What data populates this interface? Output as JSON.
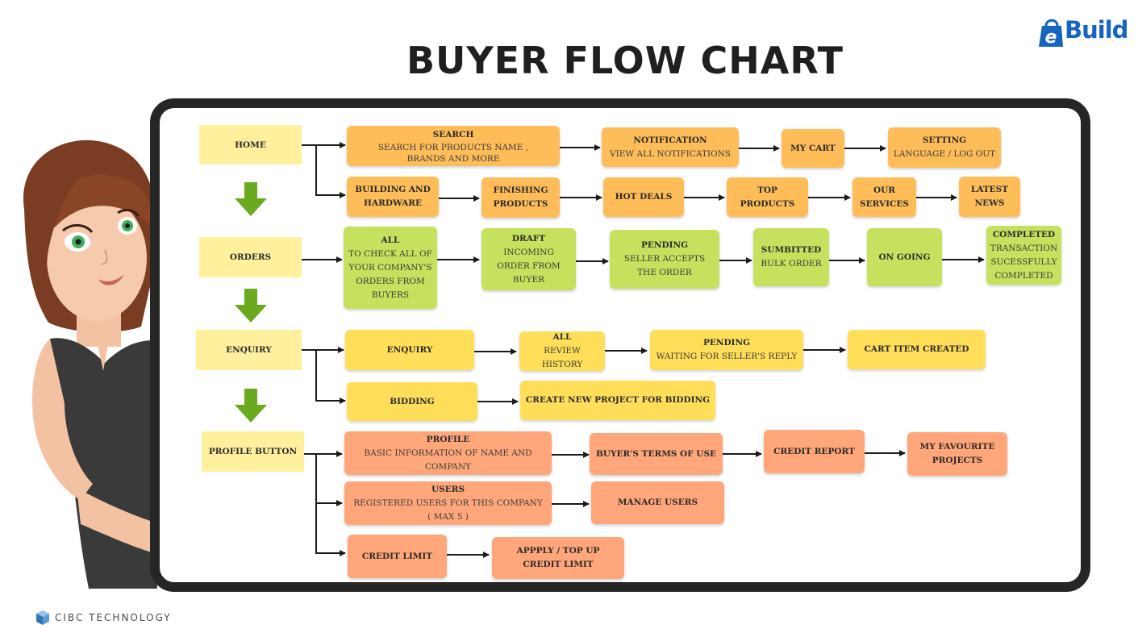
{
  "title": "BUYER FLOW CHART",
  "logo": {
    "text": "Build"
  },
  "footer": {
    "company": "CIBC TECHNOLOGY"
  },
  "colors": {
    "home_row": "#ffbd59",
    "orders_row": "#c5e15e",
    "enquiry_row": "#ffde59",
    "profile_row": "#ffa77a",
    "category": "#fff09e",
    "down_arrow": "#6aaa1e"
  },
  "categories": {
    "home": "HOME",
    "orders": "ORDERS",
    "enquiry": "ENQUIRY",
    "profile": "PROFILE BUTTON"
  },
  "home": {
    "search": {
      "title": "SEARCH",
      "sub": "SEARCH FOR PRODUCTS NAME ,",
      "sub2": "BRANDS AND MORE"
    },
    "notification": {
      "title": "NOTIFICATION",
      "sub": "VIEW ALL NOTIFICATIONS"
    },
    "cart": {
      "title": "MY CART"
    },
    "setting": {
      "title": "SETTING",
      "sub": "LANGUAGE / LOG OUT"
    },
    "building": {
      "title": "BUILDING AND",
      "title2": "HARDWARE"
    },
    "finishing": {
      "title": "FINISHING",
      "title2": "PRODUCTS"
    },
    "hotdeals": {
      "title": "HOT DEALS"
    },
    "top": {
      "title": "TOP",
      "title2": "PRODUCTS"
    },
    "services": {
      "title": "OUR",
      "title2": "SERVICES"
    },
    "news": {
      "title": "LATEST",
      "title2": "NEWS"
    }
  },
  "orders": {
    "all": {
      "title": "ALL",
      "l1": "TO CHECK ALL OF",
      "l2": "YOUR COMPANY'S",
      "l3": "ORDERS FROM",
      "l4": "BUYERS"
    },
    "draft": {
      "title": "DRAFT",
      "l1": "INCOMING",
      "l2": "ORDER FROM",
      "l3": "BUYER"
    },
    "pending": {
      "title": "PENDING",
      "l1": "SELLER ACCEPTS",
      "l2": "THE ORDER"
    },
    "submitted": {
      "title": "SUMBITTED",
      "l1": "BULK ORDER"
    },
    "ongoing": {
      "title": "ON GOING"
    },
    "completed": {
      "title": "COMPLETED",
      "l1": "TRANSACTION",
      "l2": "SUCESSFULLY",
      "l3": "COMPLETED"
    }
  },
  "enquiry": {
    "enquiry": {
      "title": "ENQUIRY"
    },
    "all": {
      "title": "ALL",
      "sub": "REVIEW HISTORY"
    },
    "pending": {
      "title": "PENDING",
      "sub": "WAITING FOR SELLER'S REPLY"
    },
    "cart": {
      "title": "CART ITEM CREATED"
    },
    "bidding": {
      "title": "BIDDING"
    },
    "newproject": {
      "title": "CREATE NEW PROJECT FOR BIDDING"
    }
  },
  "profile": {
    "profile": {
      "title": "PROFILE",
      "sub": "BASIC INFORMATION OF NAME AND COMPANY"
    },
    "terms": {
      "title": "BUYER'S TERMS OF USE"
    },
    "credit": {
      "title": "CREDIT REPORT"
    },
    "fav": {
      "title": "MY FAVOURITE",
      "title2": "PROJECTS"
    },
    "users": {
      "title": "USERS",
      "sub": "REGISTERED USERS FOR THIS COMPANY",
      "sub2": "( MAX 5 )"
    },
    "manage": {
      "title": "MANAGE USERS"
    },
    "limit": {
      "title": "CREDIT LIMIT"
    },
    "topup": {
      "title": "APPPLY / TOP UP",
      "title2": "CREDIT LIMIT"
    }
  }
}
